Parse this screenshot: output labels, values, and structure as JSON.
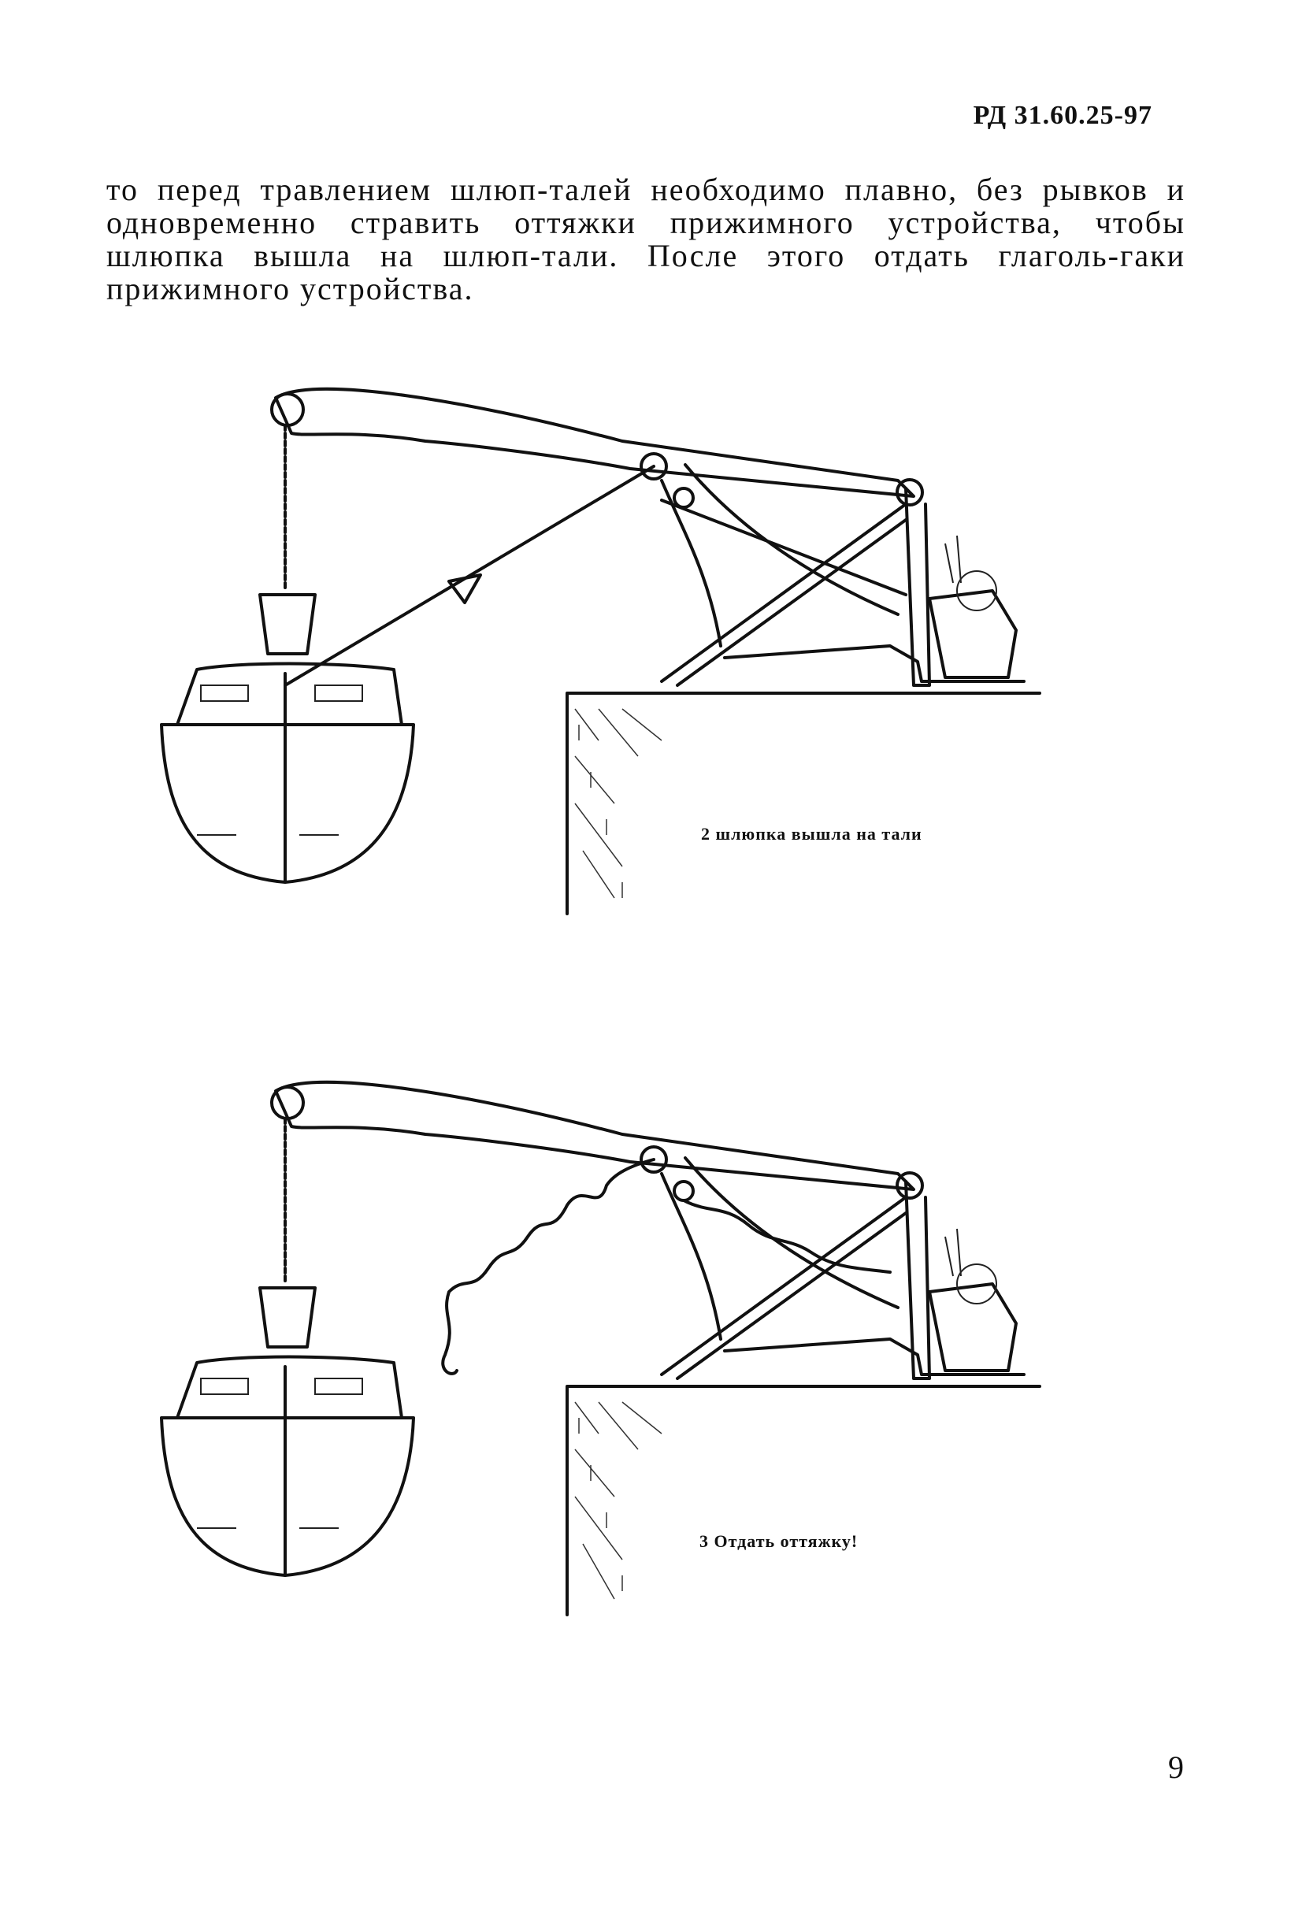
{
  "header": {
    "doc_code": "РД 31.60.25-97"
  },
  "body_text": "то перед травлением шлюп-талей необходимо плавно, без рывков и одновременно стравить оттяжки прижимного устройства, чтобы шлюпка вышла на шлюп-тали. После этого отдать глаголь-гаки прижимного устройства.",
  "figures": [
    {
      "caption": "2 шлюпка вышла на тали"
    },
    {
      "caption": "3 Отдать оттяжку!"
    }
  ],
  "footer": {
    "page_number": "9"
  }
}
